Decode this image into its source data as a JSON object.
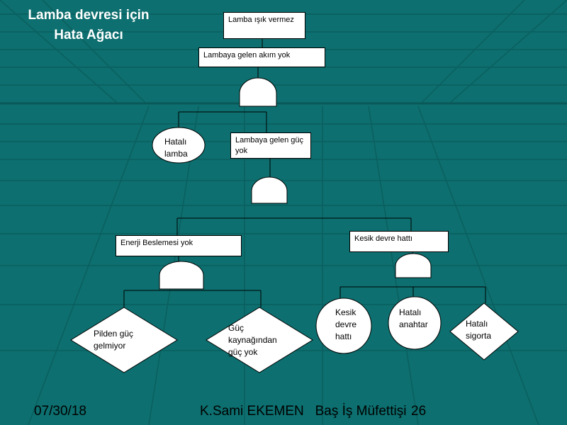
{
  "slide": {
    "title_line1": "Lamba devresi için",
    "title_line2": "Hata Ağacı"
  },
  "tree": {
    "top_event": "Lamba ışık vermez",
    "event_no_current": "Lambaya gelen akım yok",
    "basic_faulty_lamp": "Hatalı lamba",
    "event_no_power": "Lambaya gelen güç yok",
    "event_no_supply": "Enerji Beslemesi yok",
    "event_open_circuit": "Kesik devre hattı",
    "undeveloped_battery": "Pilden güç gelmiyor",
    "undeveloped_source": "Güç kaynağından güç yok",
    "basic_broken_wire": "Kesik devre hattı",
    "basic_faulty_switch": "Hatalı anahtar",
    "undeveloped_fuse": "Hatalı sigorta"
  },
  "footer": {
    "date": "07/30/18",
    "author": "K.Sami EKEMEN   Baş İş Müfettişi",
    "page": "26"
  },
  "colors": {
    "background": "#0d6f6f",
    "floor_dark": "#0a5c5c",
    "line": "#000000",
    "shape_fill": "#ffffff",
    "title_text": "#ffffff"
  }
}
